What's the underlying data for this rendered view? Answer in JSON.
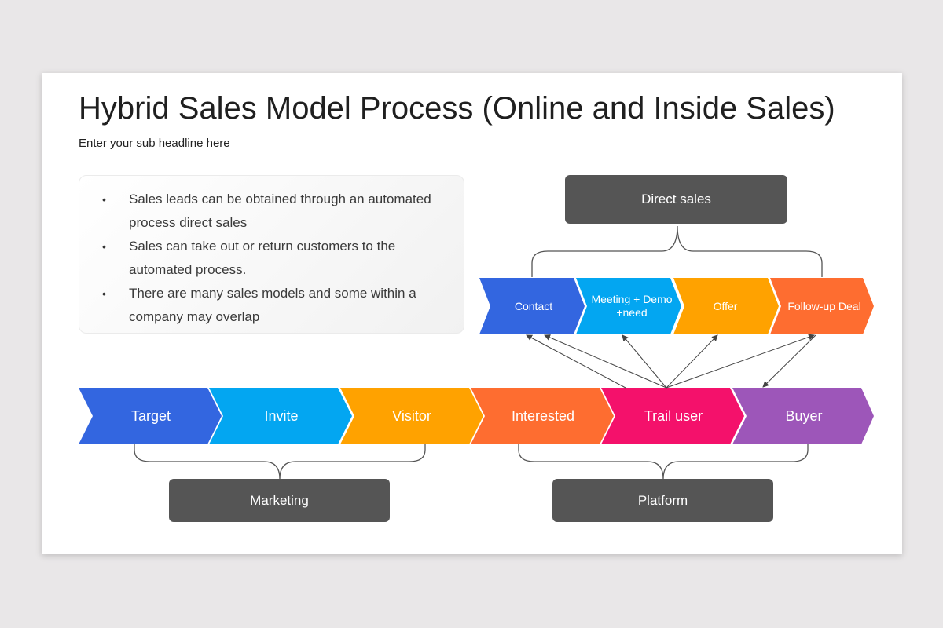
{
  "title": "Hybrid Sales Model Process (Online and Inside Sales)",
  "subtitle": "Enter your sub headline here",
  "bullets": [
    "Sales leads can be obtained through an automated process direct sales",
    "Sales can take out or return customers to the automated process.",
    "There are many sales models and some within a company may overlap"
  ],
  "direct_sales": {
    "label": "Direct sales",
    "steps": [
      {
        "label": "Contact",
        "color": "#3366e0"
      },
      {
        "label": "Meeting + Demo +need",
        "color": "#03a6f1"
      },
      {
        "label": "Offer",
        "color": "#ffa200"
      },
      {
        "label": "Follow-up Deal",
        "color": "#fe6d30"
      }
    ]
  },
  "pipeline": [
    {
      "label": "Target",
      "color": "#3366e0"
    },
    {
      "label": "Invite",
      "color": "#03a6f1"
    },
    {
      "label": "Visitor",
      "color": "#ffa200"
    },
    {
      "label": "Interested",
      "color": "#fe6d30"
    },
    {
      "label": "Trail user",
      "color": "#f4116b"
    },
    {
      "label": "Buyer",
      "color": "#9d56b9"
    }
  ],
  "groups": {
    "marketing": "Marketing",
    "platform": "Platform"
  },
  "colors": {
    "label_box": "#555555",
    "connector": "#444444",
    "background": "#e9e7e8"
  }
}
